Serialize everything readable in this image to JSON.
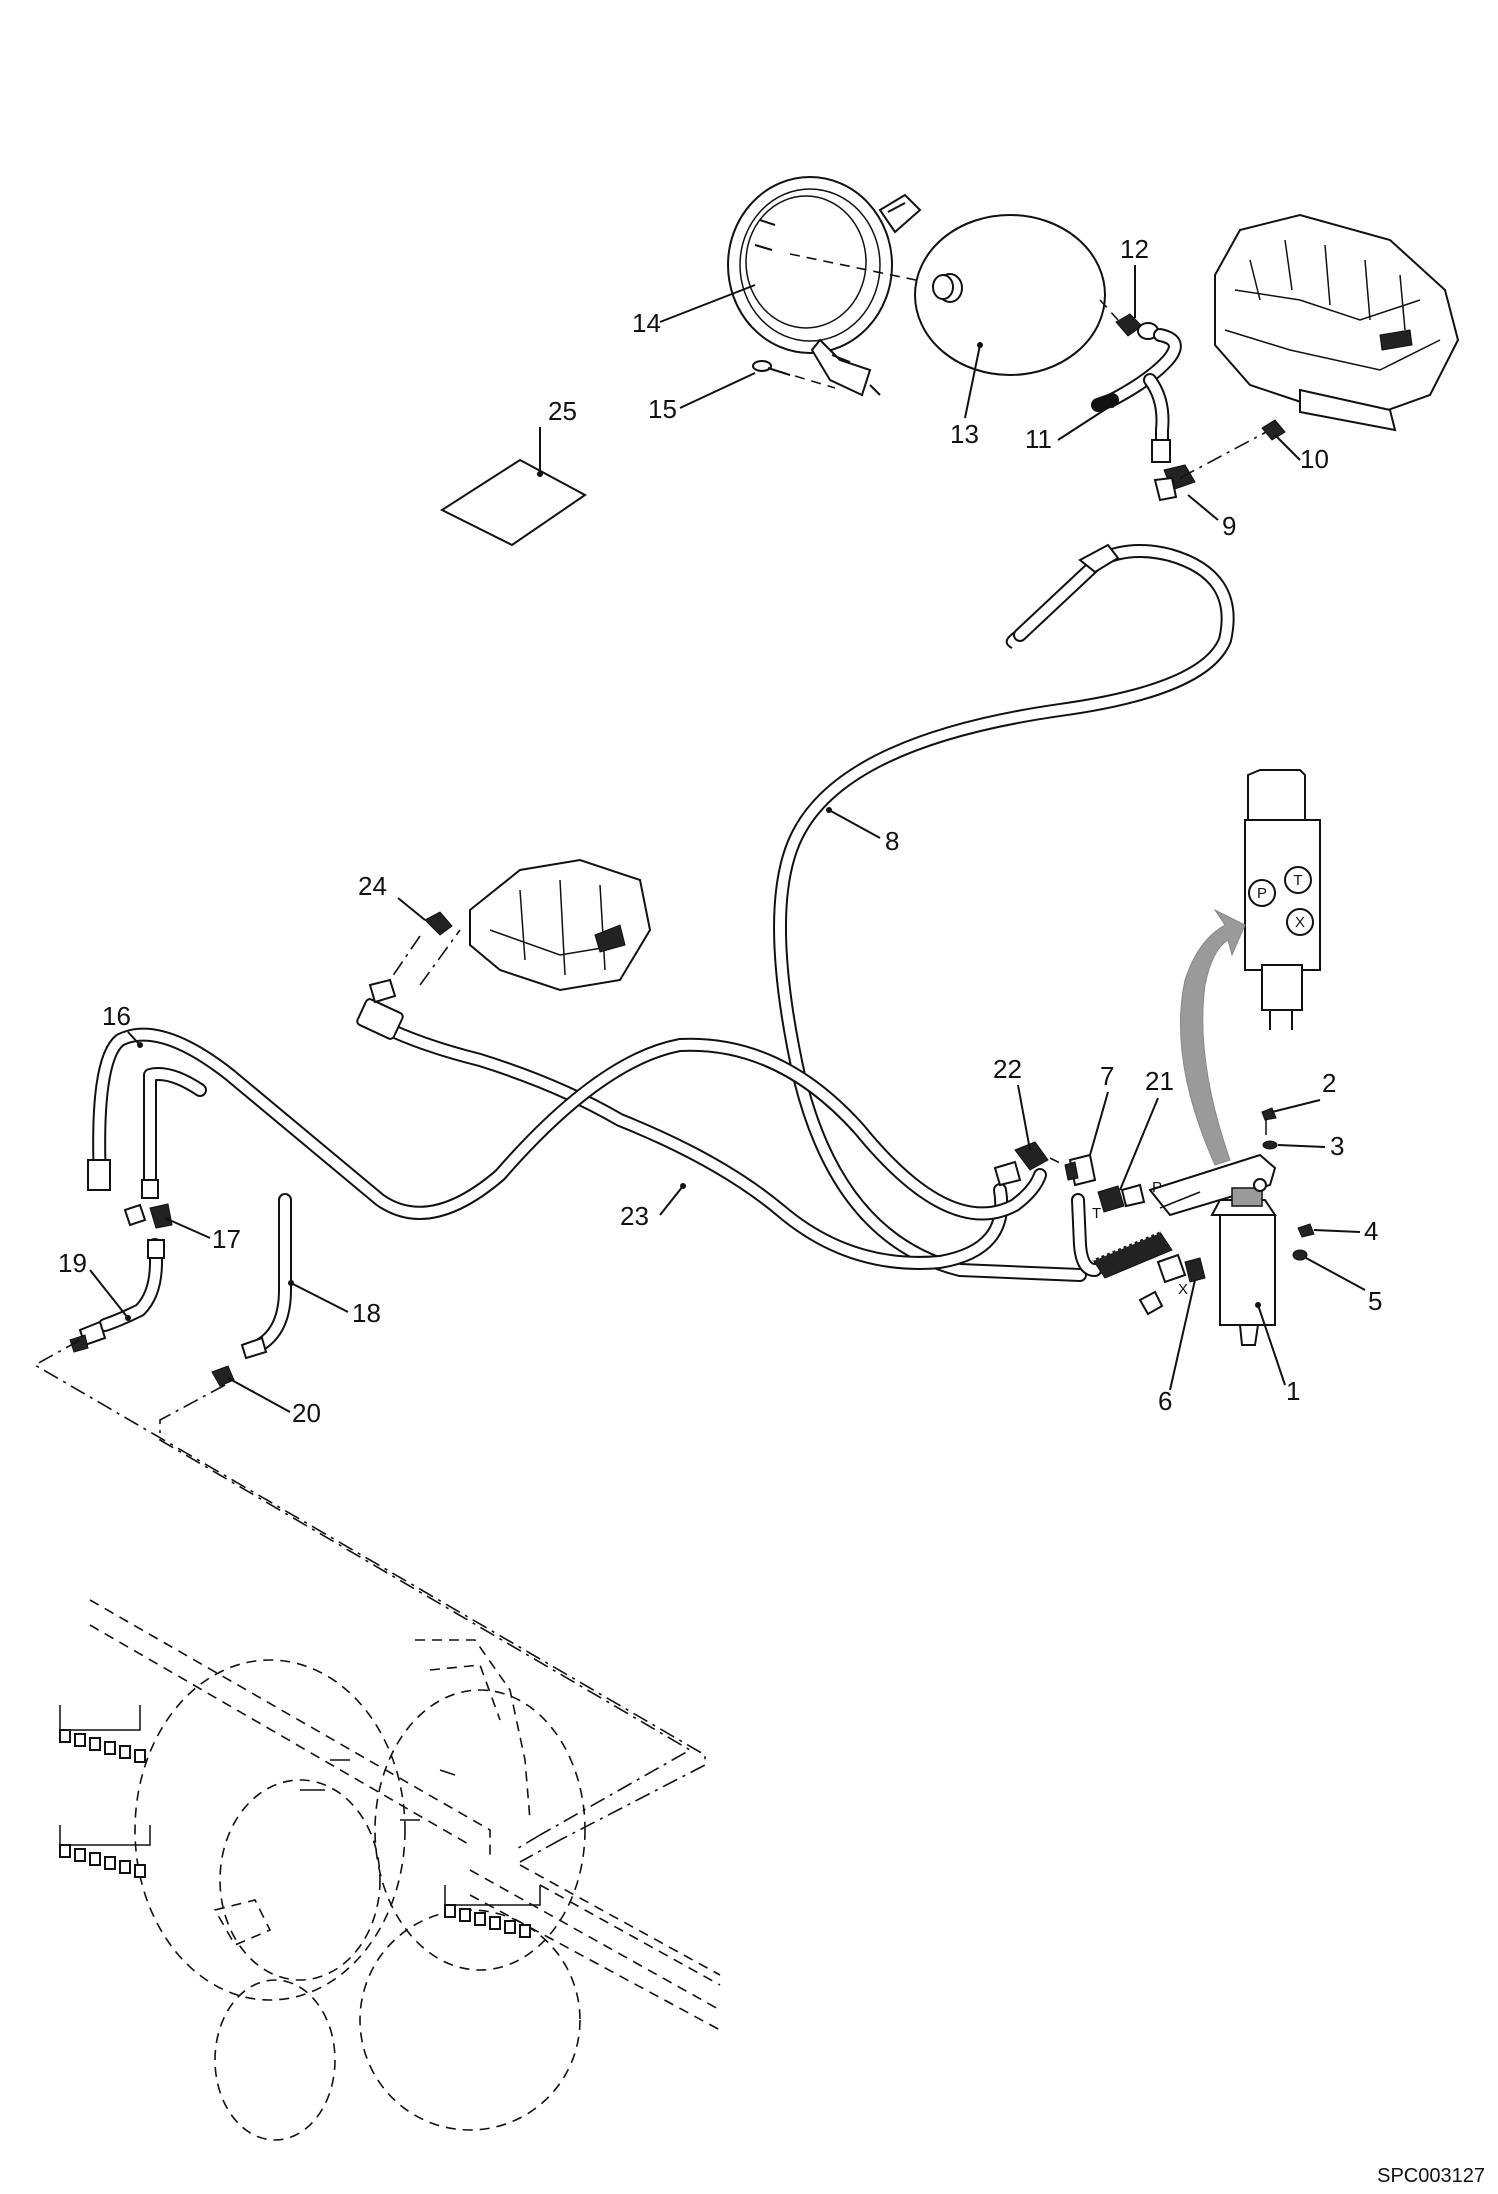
{
  "diagram": {
    "drawing_id": "SPC003127",
    "callouts": [
      {
        "id": "c1",
        "label": "1"
      },
      {
        "id": "c2",
        "label": "2"
      },
      {
        "id": "c3",
        "label": "3"
      },
      {
        "id": "c4",
        "label": "4"
      },
      {
        "id": "c5",
        "label": "5"
      },
      {
        "id": "c6",
        "label": "6"
      },
      {
        "id": "c7",
        "label": "7"
      },
      {
        "id": "c8",
        "label": "8"
      },
      {
        "id": "c9",
        "label": "9"
      },
      {
        "id": "c10",
        "label": "10"
      },
      {
        "id": "c11",
        "label": "11"
      },
      {
        "id": "c12",
        "label": "12"
      },
      {
        "id": "c13",
        "label": "13"
      },
      {
        "id": "c14",
        "label": "14"
      },
      {
        "id": "c15",
        "label": "15"
      },
      {
        "id": "c16",
        "label": "16"
      },
      {
        "id": "c17",
        "label": "17"
      },
      {
        "id": "c18",
        "label": "18"
      },
      {
        "id": "c19",
        "label": "19"
      },
      {
        "id": "c20",
        "label": "20"
      },
      {
        "id": "c21",
        "label": "21"
      },
      {
        "id": "c22",
        "label": "22"
      },
      {
        "id": "c23",
        "label": "23"
      },
      {
        "id": "c24",
        "label": "24"
      },
      {
        "id": "c25",
        "label": "25"
      }
    ],
    "port_labels": {
      "p": "P",
      "t": "T",
      "x": "X"
    },
    "valve_ports": {
      "p": "P",
      "t": "T",
      "x": "X"
    }
  }
}
